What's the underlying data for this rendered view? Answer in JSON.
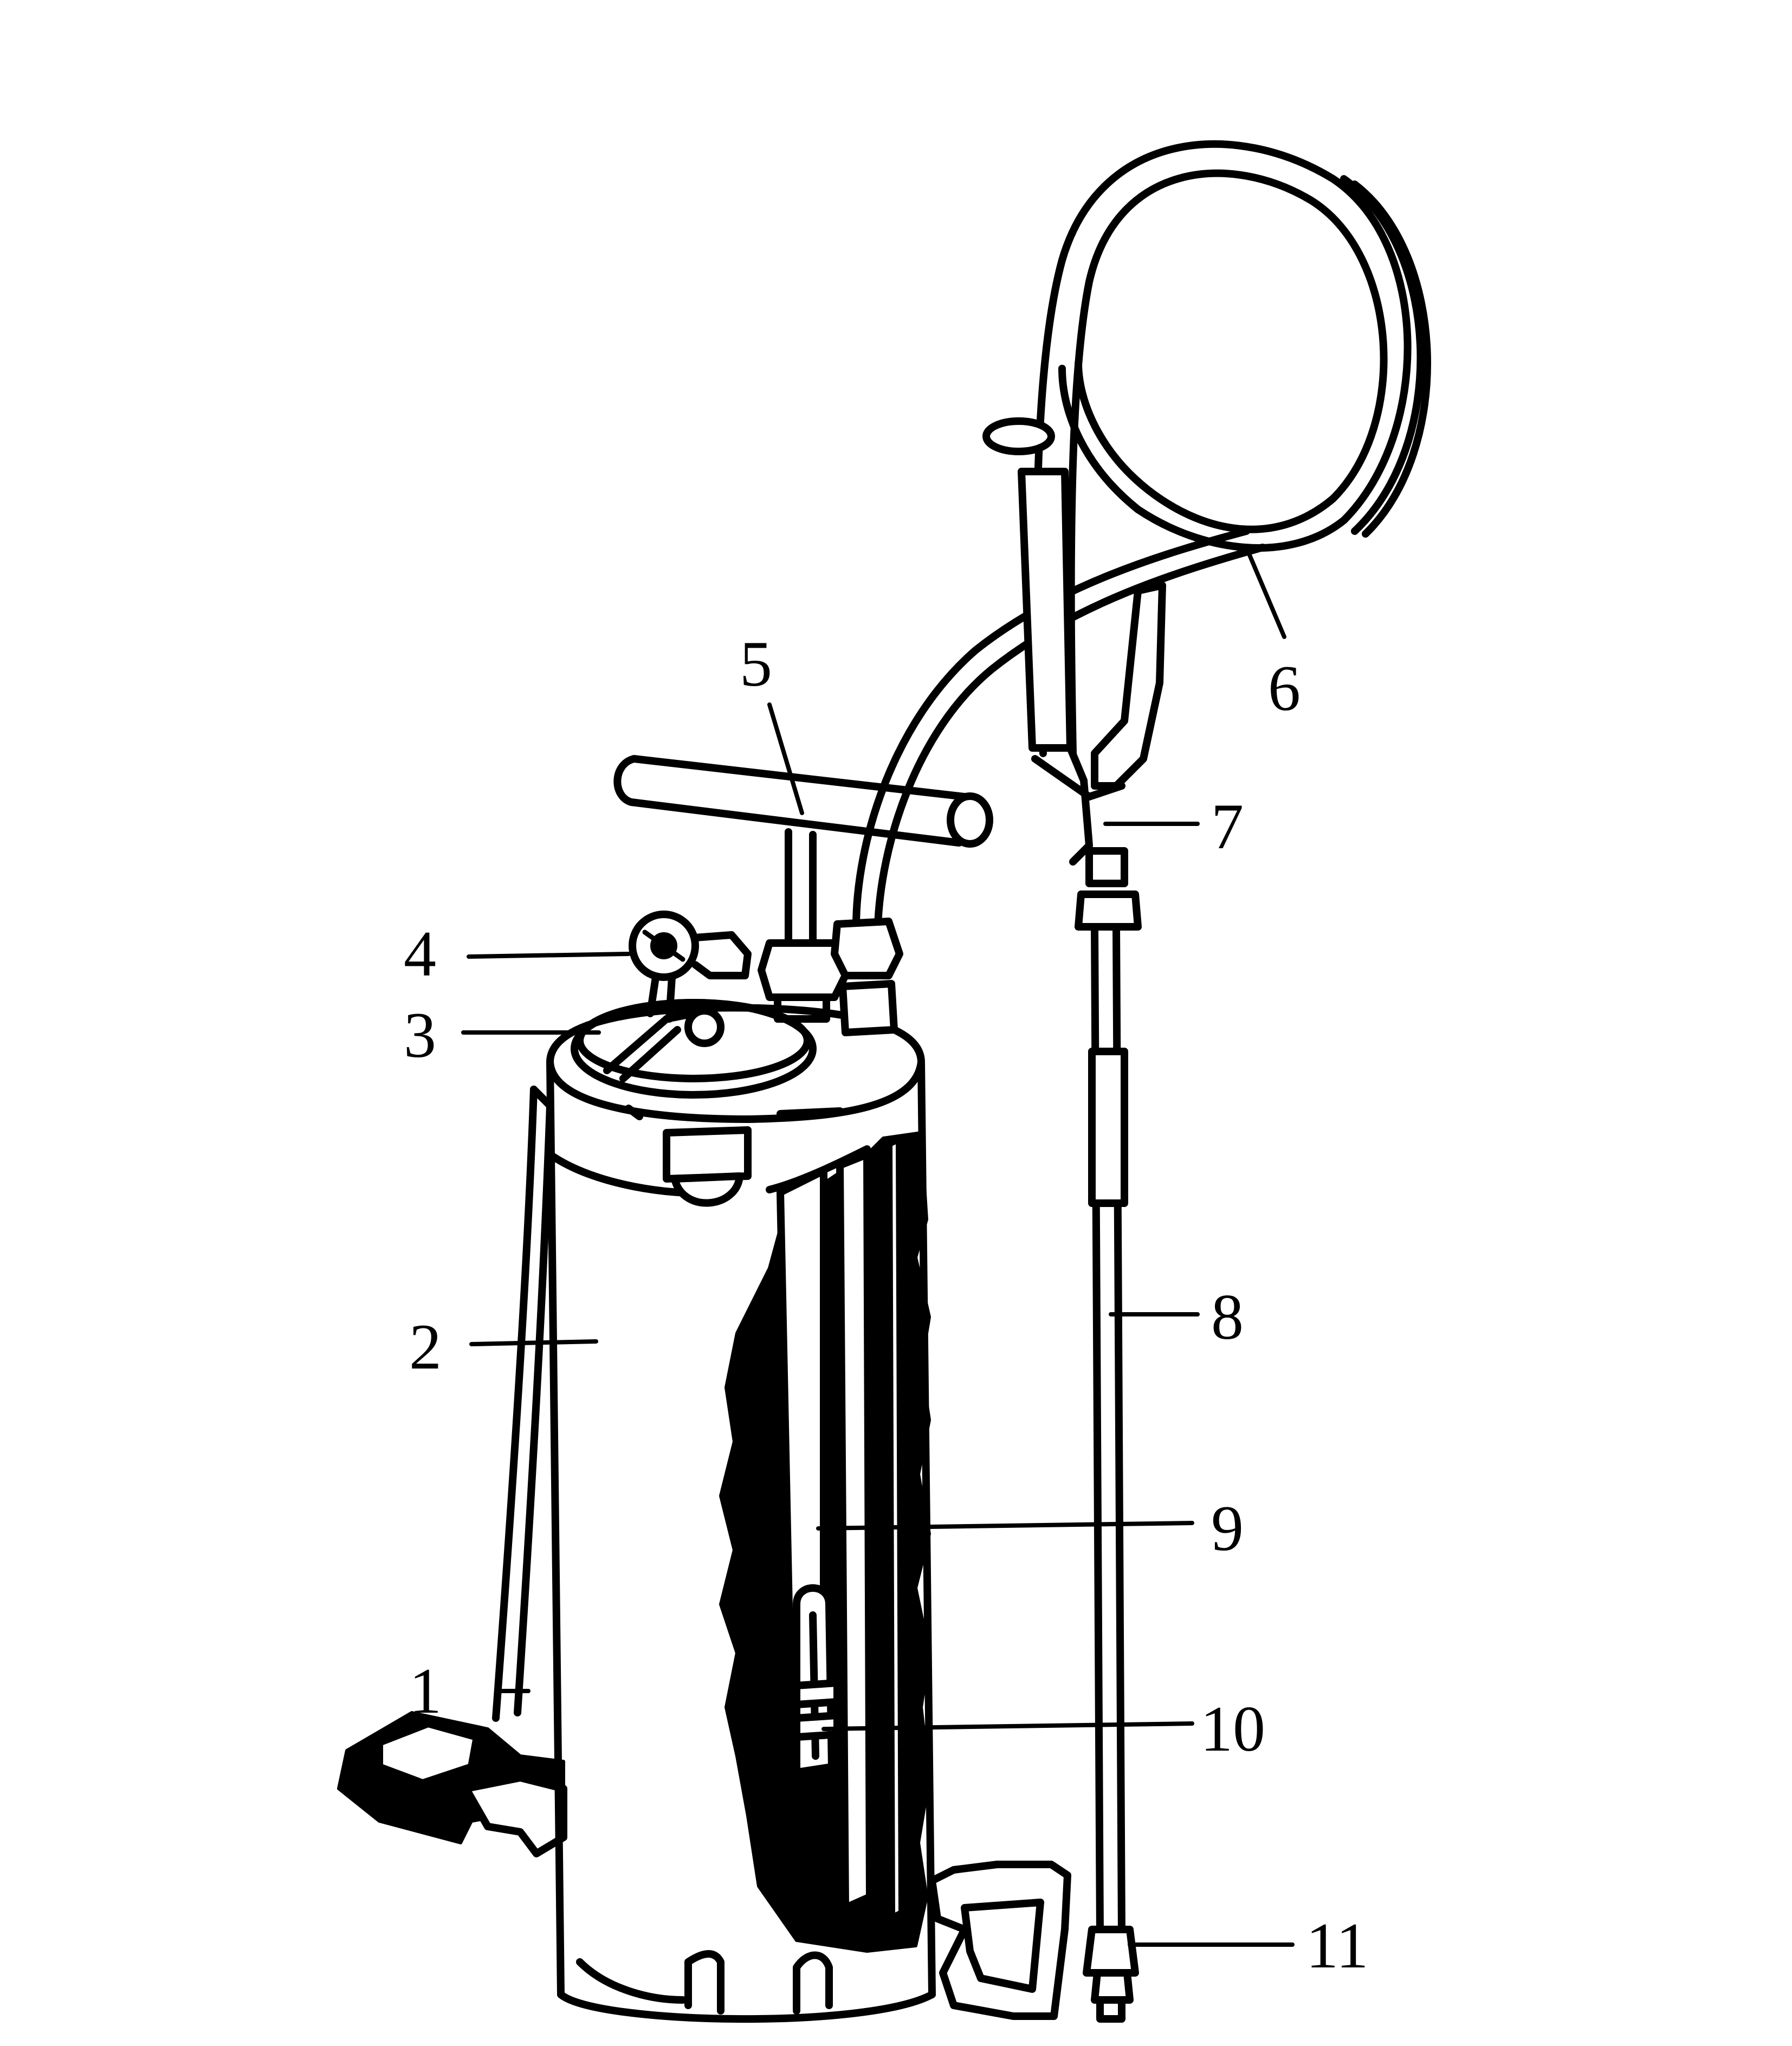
{
  "diagram": {
    "colors": {
      "ink": "#000000",
      "paper": "#ffffff"
    },
    "labels": [
      {
        "id": "1",
        "text": "1"
      },
      {
        "id": "2",
        "text": "2"
      },
      {
        "id": "3",
        "text": "3"
      },
      {
        "id": "4",
        "text": "4"
      },
      {
        "id": "5",
        "text": "5"
      },
      {
        "id": "6",
        "text": "6"
      },
      {
        "id": "7",
        "text": "7"
      },
      {
        "id": "8",
        "text": "8"
      },
      {
        "id": "9",
        "text": "9"
      },
      {
        "id": "10",
        "text": "10"
      },
      {
        "id": "11",
        "text": "11"
      }
    ]
  }
}
